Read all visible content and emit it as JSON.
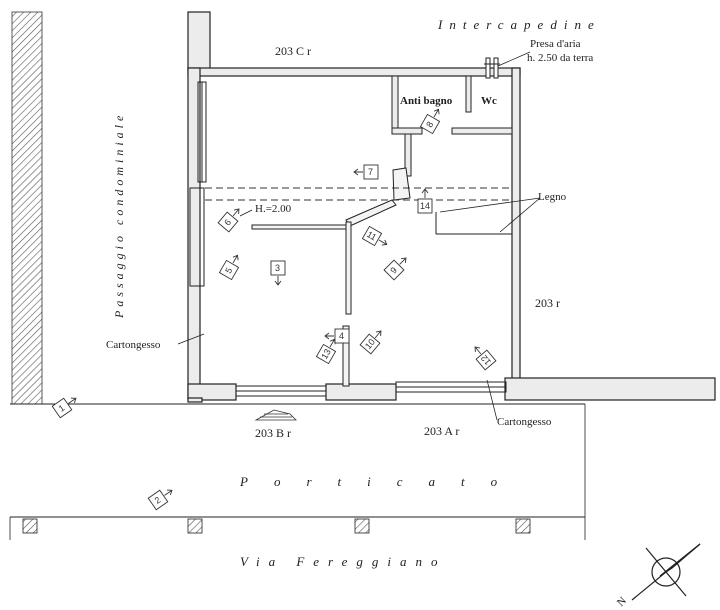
{
  "labels": {
    "intercapedine": "Intercapedine",
    "presa_aria_line1": "Presa d'aria",
    "presa_aria_line2": "h. 2.50 da terra",
    "room_203_c": "203 C r",
    "anti_bagno": "Anti bagno",
    "wc": "Wc",
    "passaggio": "Passaggio condominiale",
    "legno": "Legno",
    "height_note": "H.=2.00",
    "room_203_r": "203 r",
    "cartongesso_left": "Cartongesso",
    "cartongesso_right": "Cartongesso",
    "room_203_b": "203 B r",
    "room_203_a": "203 A r",
    "porticato": "Porticato",
    "via": "Via Fereggiano",
    "north": "N"
  },
  "photo_markers": [
    "1",
    "2",
    "3",
    "4",
    "5",
    "6",
    "7",
    "8",
    "9",
    "10",
    "11",
    "12",
    "13",
    "14"
  ],
  "colors": {
    "line": "#222222",
    "wall_fill": "#e8e8e8",
    "hatch": "#555555"
  }
}
